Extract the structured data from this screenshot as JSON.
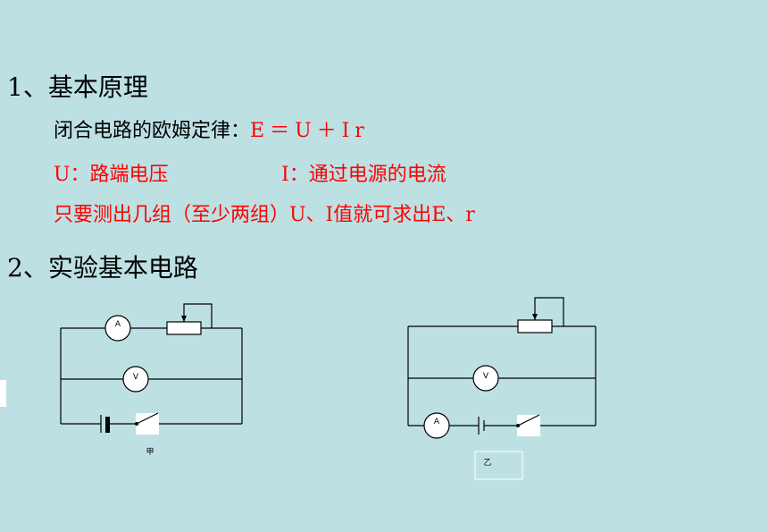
{
  "section1": {
    "heading": "1、基本原理",
    "formula_label": "闭合电路的欧姆定律：",
    "formula": "E＝U＋Ir",
    "u_def": "U：路端电压",
    "i_def": "I：通过电源的电流",
    "note": "只要测出几组（至少两组）U、I值就可求出E、r"
  },
  "section2": {
    "heading": "2、实验基本电路"
  },
  "circuit_a": {
    "ammeter_label": "A",
    "voltmeter_label": "V",
    "caption": "甲"
  },
  "circuit_b": {
    "ammeter_label": "A",
    "voltmeter_label": "V",
    "caption": "乙"
  },
  "colors": {
    "background": "#bde0e3",
    "accent_red": "#ff0000"
  }
}
